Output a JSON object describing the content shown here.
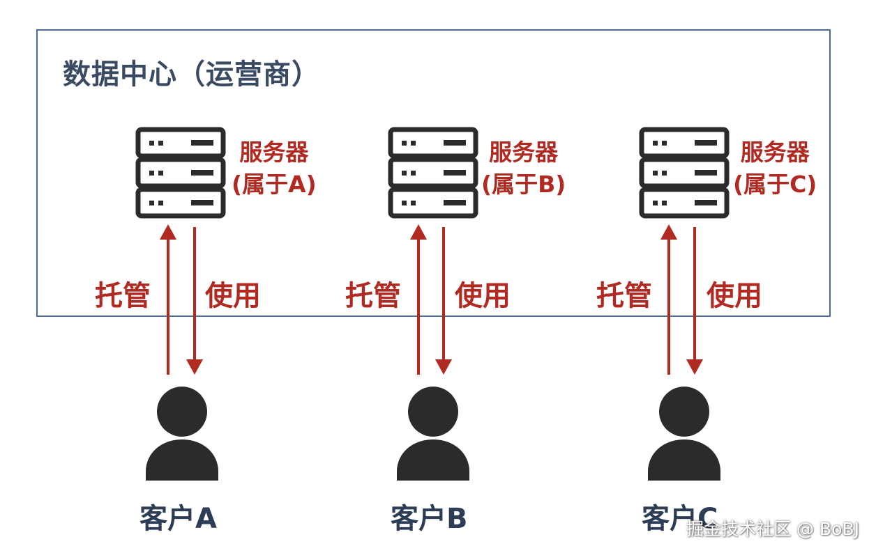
{
  "datacenter": {
    "title": "数据中心（运营商）",
    "border_color": "#4a6a9a",
    "title_color": "#3a4a63"
  },
  "colors": {
    "accent_red": "#b02a22",
    "icon_dark": "#2b2b2b",
    "customer_text": "#2e3d56"
  },
  "groups": [
    {
      "server_label_line1": "服务器",
      "server_label_line2": "(属于A)",
      "arrow_up_label": "托管",
      "arrow_down_label": "使用",
      "customer_label": "客户A",
      "server_icon": "server-rack-icon",
      "customer_icon": "person-icon"
    },
    {
      "server_label_line1": "服务器",
      "server_label_line2": "(属于B)",
      "arrow_up_label": "托管",
      "arrow_down_label": "使用",
      "customer_label": "客户B",
      "server_icon": "server-rack-icon",
      "customer_icon": "person-icon"
    },
    {
      "server_label_line1": "服务器",
      "server_label_line2": "(属于C)",
      "arrow_up_label": "托管",
      "arrow_down_label": "使用",
      "customer_label": "客户C",
      "server_icon": "server-rack-icon",
      "customer_icon": "person-icon"
    }
  ],
  "watermark": "掘金技术社区 @ BoBJ"
}
